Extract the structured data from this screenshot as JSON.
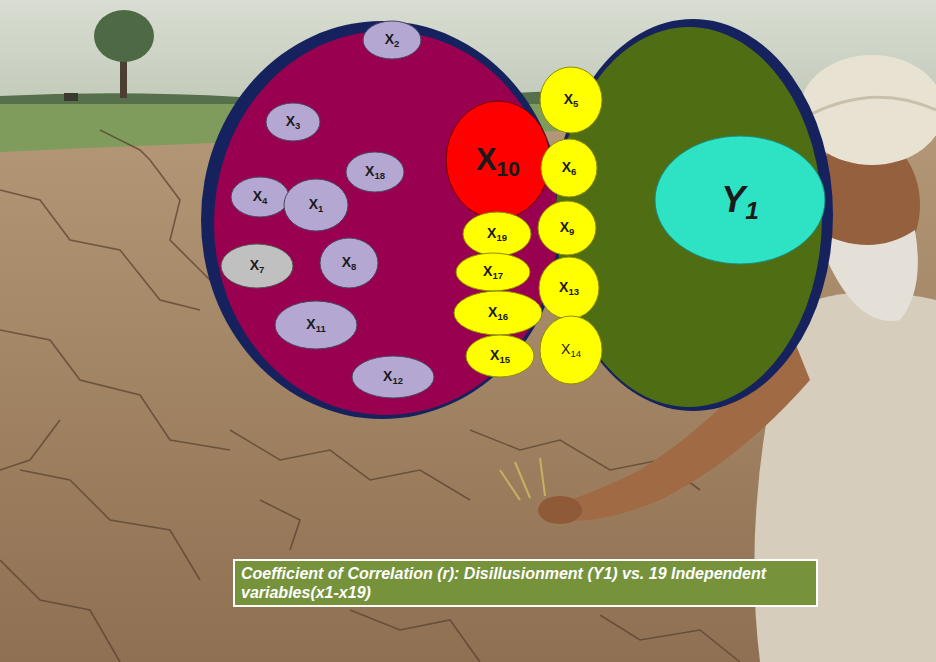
{
  "diagram": {
    "caption": "Coefficient of Correlation (r): Disillusionment (Y1) vs. 19 Independent variables(x1-x19)",
    "nodes": [
      {
        "text": [
          "X2"
        ]
      },
      {
        "text": [
          "X5"
        ]
      },
      {
        "text": [
          "X3"
        ]
      },
      {
        "text": [
          "X10"
        ]
      },
      {
        "text": [
          "X6"
        ]
      },
      {
        "text": [
          "X18"
        ]
      },
      {
        "text": [
          "X4"
        ]
      },
      {
        "text": [
          "Y1"
        ]
      },
      {
        "text": [
          "X1"
        ]
      },
      {
        "text": [
          "X9"
        ]
      },
      {
        "text": [
          "X19"
        ]
      },
      {
        "text": [
          "X8"
        ]
      },
      {
        "text": [
          "X7"
        ]
      },
      {
        "text": [
          "X17"
        ]
      },
      {
        "text": [
          "X13"
        ]
      },
      {
        "text": [
          "X16"
        ]
      },
      {
        "text": [
          "X11"
        ]
      },
      {
        "text": [
          "X14"
        ]
      },
      {
        "text": [
          "X15"
        ]
      },
      {
        "text": [
          "X12"
        ]
      }
    ]
  }
}
